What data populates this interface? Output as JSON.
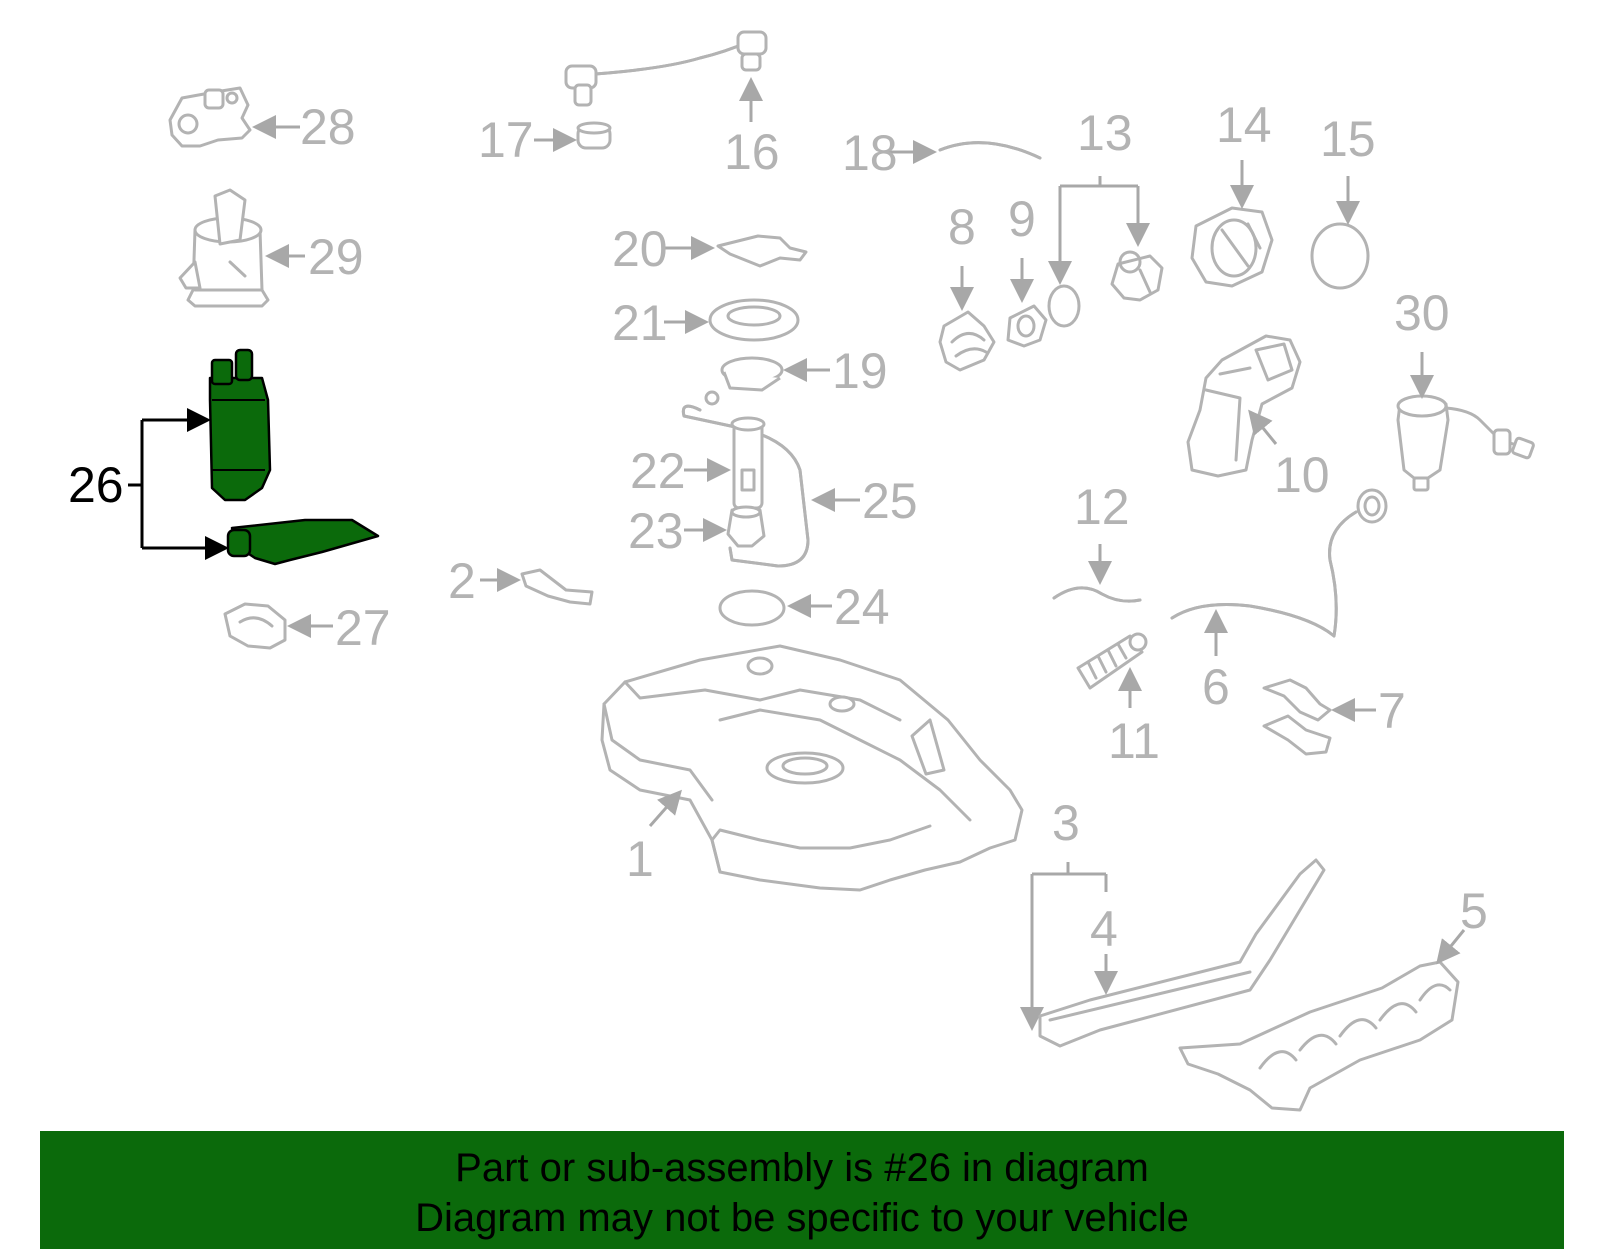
{
  "diagram": {
    "highlight_color": "#0b6a0b",
    "part_color": "#b3b3b3",
    "callouts": {
      "c1": "1",
      "c2": "2",
      "c3": "3",
      "c4": "4",
      "c5": "5",
      "c6": "6",
      "c7": "7",
      "c8": "8",
      "c9": "9",
      "c10": "10",
      "c11": "11",
      "c12": "12",
      "c13": "13",
      "c14": "14",
      "c15": "15",
      "c16": "16",
      "c17": "17",
      "c18": "18",
      "c19": "19",
      "c20": "20",
      "c21": "21",
      "c22": "22",
      "c23": "23",
      "c24": "24",
      "c25": "25",
      "c26": "26",
      "c27": "27",
      "c28": "28",
      "c29": "29",
      "c30": "30"
    }
  },
  "banner": {
    "line1": "Part or sub-assembly is #26 in diagram",
    "line2": "Diagram may not be specific to your vehicle"
  }
}
